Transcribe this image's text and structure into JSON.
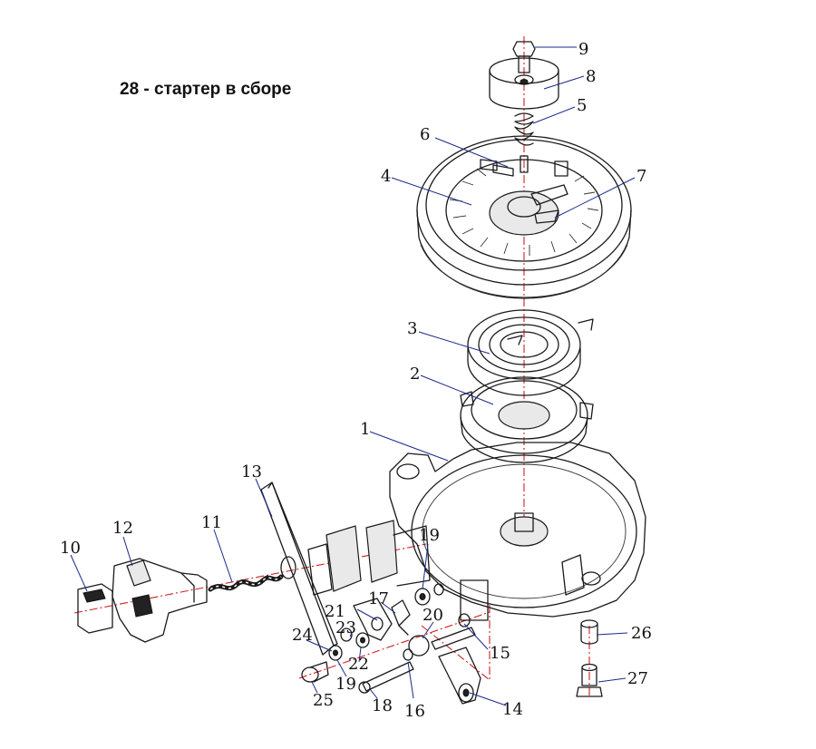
{
  "title": "28 - стартер в сборе",
  "callouts": {
    "c1": "1",
    "c2": "2",
    "c3": "3",
    "c4": "4",
    "c5": "5",
    "c6": "6",
    "c7": "7",
    "c8": "8",
    "c9": "9",
    "c10": "10",
    "c11": "11",
    "c12": "12",
    "c13": "13",
    "c14": "14",
    "c15": "15",
    "c16": "16",
    "c17": "17",
    "c18": "18",
    "c19a": "19",
    "c19b": "19",
    "c20": "20",
    "c21": "21",
    "c22": "22",
    "c23": "23",
    "c24": "24",
    "c25": "25",
    "c26": "26",
    "c27": "27"
  }
}
